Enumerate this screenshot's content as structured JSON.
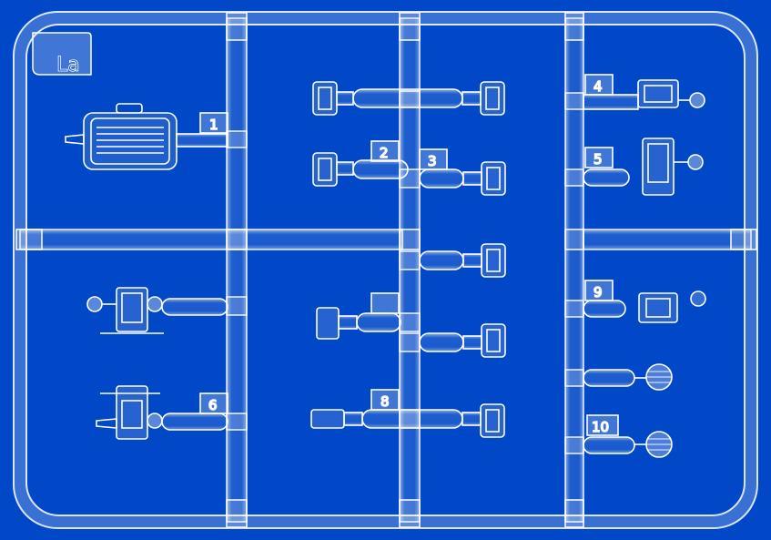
{
  "sprue": {
    "frame_code": "La",
    "part_numbers": [
      "1",
      "2",
      "3",
      "4",
      "5",
      "6",
      "8",
      "9",
      "10"
    ],
    "colors": {
      "background": "#0048c8",
      "plastic_fill": "#ffffff",
      "plastic_edge": "#e8f0ff"
    }
  }
}
